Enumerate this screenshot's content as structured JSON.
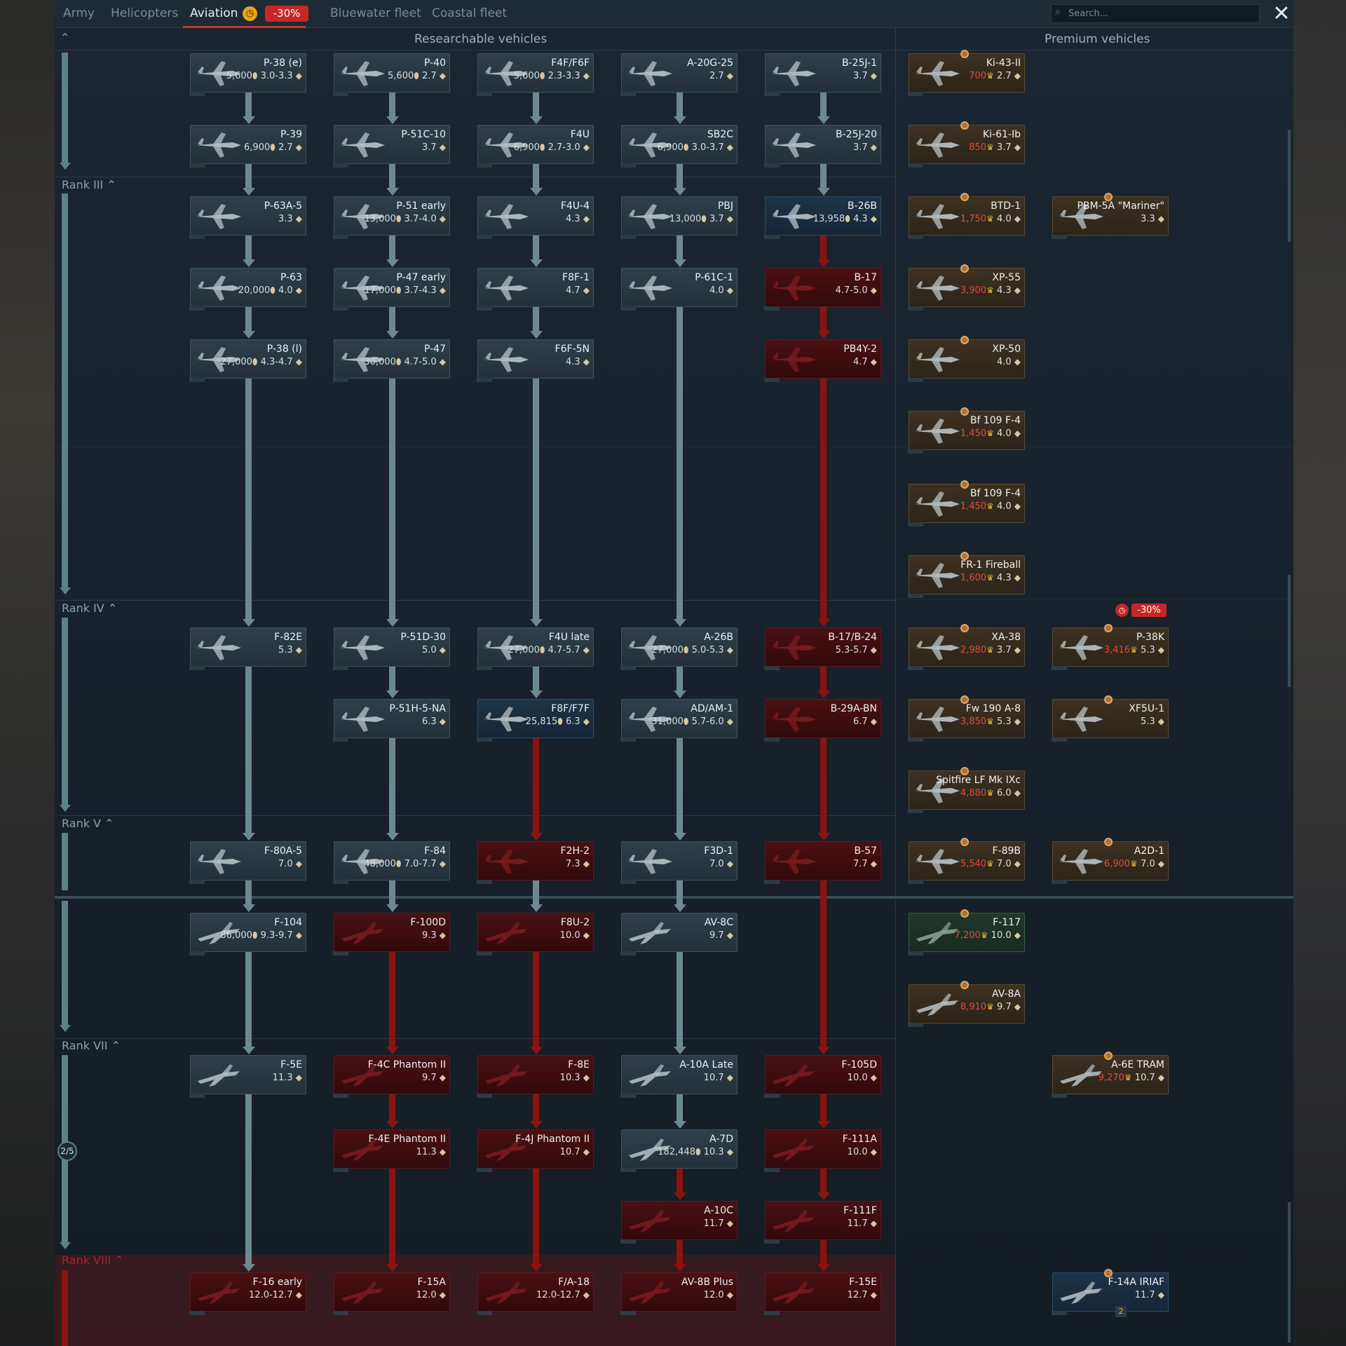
{
  "tabs": [
    {
      "label": "Army"
    },
    {
      "label": "Helicopters"
    },
    {
      "label": "Aviation"
    },
    {
      "label": "Bluewater fleet"
    },
    {
      "label": "Coastal fleet"
    }
  ],
  "aviation_discount": "-30%",
  "search": {
    "placeholder": "Search..."
  },
  "headers": {
    "researchable": "Researchable vehicles",
    "premium": "Premium vehicles"
  },
  "ranks": {
    "r3": "Rank III",
    "r4": "Rank IV",
    "r5": "Rank V",
    "r7": "Rank VII",
    "r8": "Rank VIII"
  },
  "progress_label": "2/5",
  "premium_discount": "-30%",
  "colors": {
    "locked": "#8c1212",
    "accent": "#c62828",
    "rail": "#5d8285"
  },
  "researchable": [
    {
      "name": "P-38 (e)",
      "rp": "5,600",
      "br": "3.0-3.3"
    },
    {
      "name": "P-40",
      "rp": "5,600",
      "br": "2.7"
    },
    {
      "name": "F4F/F6F",
      "rp": "5,600",
      "br": "2.3-3.3"
    },
    {
      "name": "A-20G-25",
      "rp": "",
      "br": "2.7"
    },
    {
      "name": "B-25J-1",
      "rp": "",
      "br": "3.7"
    },
    {
      "name": "P-39",
      "rp": "6,900",
      "br": "2.7"
    },
    {
      "name": "P-51C-10",
      "rp": "",
      "br": "3.7"
    },
    {
      "name": "F4U",
      "rp": "6,900",
      "br": "2.7-3.0"
    },
    {
      "name": "SB2C",
      "rp": "6,900",
      "br": "3.0-3.7"
    },
    {
      "name": "B-25J-20",
      "rp": "",
      "br": "3.7"
    },
    {
      "name": "P-63A-5",
      "rp": "",
      "br": "3.3"
    },
    {
      "name": "P-51 early",
      "rp": "13,000",
      "br": "3.7-4.0"
    },
    {
      "name": "F4U-4",
      "rp": "",
      "br": "4.3"
    },
    {
      "name": "PBJ",
      "rp": "13,000",
      "br": "3.7"
    },
    {
      "name": "B-26B",
      "rp": "13,958",
      "br": "4.3"
    },
    {
      "name": "P-63",
      "rp": "20,000",
      "br": "4.0"
    },
    {
      "name": "P-47 early",
      "rp": "17,000",
      "br": "3.7-4.3"
    },
    {
      "name": "F8F-1",
      "rp": "",
      "br": "4.7"
    },
    {
      "name": "P-61C-1",
      "rp": "",
      "br": "4.0"
    },
    {
      "name": "B-17",
      "rp": "",
      "br": "4.7-5.0"
    },
    {
      "name": "P-38 (l)",
      "rp": "27,000",
      "br": "4.3-4.7"
    },
    {
      "name": "P-47",
      "rp": "30,000",
      "br": "4.7-5.0"
    },
    {
      "name": "F6F-5N",
      "rp": "",
      "br": "4.3"
    },
    {
      "name": "PB4Y-2",
      "rp": "",
      "br": "4.7"
    },
    {
      "name": "F-82E",
      "rp": "",
      "br": "5.3"
    },
    {
      "name": "P-51D-30",
      "rp": "",
      "br": "5.0"
    },
    {
      "name": "F4U late",
      "rp": "27,000",
      "br": "4.7-5.7"
    },
    {
      "name": "A-26B",
      "rp": "27,000",
      "br": "5.0-5.3"
    },
    {
      "name": "B-17/B-24",
      "rp": "",
      "br": "5.3-5.7"
    },
    {
      "name": "P-51H-5-NA",
      "rp": "",
      "br": "6.3"
    },
    {
      "name": "F8F/F7F",
      "rp": "25,815",
      "br": "6.3"
    },
    {
      "name": "AD/AM-1",
      "rp": "31,000",
      "br": "5.7-6.0"
    },
    {
      "name": "B-29A-BN",
      "rp": "",
      "br": "6.7"
    },
    {
      "name": "F-80A-5",
      "rp": "",
      "br": "7.0"
    },
    {
      "name": "F-84",
      "rp": "48,000",
      "br": "7.0-7.7"
    },
    {
      "name": "F2H-2",
      "rp": "",
      "br": "7.3"
    },
    {
      "name": "F3D-1",
      "rp": "",
      "br": "7.0"
    },
    {
      "name": "B-57",
      "rp": "",
      "br": "7.7"
    },
    {
      "name": "F-104",
      "rp": "86,000",
      "br": "9.3-9.7"
    },
    {
      "name": "F-100D",
      "rp": "",
      "br": "9.3"
    },
    {
      "name": "F8U-2",
      "rp": "",
      "br": "10.0"
    },
    {
      "name": "AV-8C",
      "rp": "",
      "br": "9.7"
    },
    {
      "name": "F-5E",
      "rp": "",
      "br": "11.3"
    },
    {
      "name": "F-4C Phantom II",
      "rp": "",
      "br": "9.7"
    },
    {
      "name": "F-8E",
      "rp": "",
      "br": "10.3"
    },
    {
      "name": "A-10A Late",
      "rp": "",
      "br": "10.7"
    },
    {
      "name": "F-105D",
      "rp": "",
      "br": "10.0"
    },
    {
      "name": "F-4E Phantom II",
      "rp": "",
      "br": "11.3"
    },
    {
      "name": "F-4J Phantom II",
      "rp": "",
      "br": "10.7"
    },
    {
      "name": "A-7D",
      "rp": "182,448",
      "br": "10.3"
    },
    {
      "name": "F-111A",
      "rp": "",
      "br": "10.0"
    },
    {
      "name": "A-10C",
      "rp": "",
      "br": "11.7"
    },
    {
      "name": "F-111F",
      "rp": "",
      "br": "11.7"
    },
    {
      "name": "F-16 early",
      "rp": "",
      "br": "12.0-12.7"
    },
    {
      "name": "F-15A",
      "rp": "",
      "br": "12.0"
    },
    {
      "name": "F/A-18",
      "rp": "",
      "br": "12.0-12.7"
    },
    {
      "name": "AV-8B Plus",
      "rp": "",
      "br": "12.0"
    },
    {
      "name": "F-15E",
      "rp": "",
      "br": "12.7"
    }
  ],
  "premium": [
    {
      "name": "Ki-43-II",
      "cost": "700",
      "br": "2.7"
    },
    {
      "name": "Ki-61-Ib",
      "cost": "850",
      "br": "3.7"
    },
    {
      "name": "BTD-1",
      "cost": "1,750",
      "br": "4.0"
    },
    {
      "name": "PBM-5A \"Mariner\"",
      "cost": "",
      "br": "3.3"
    },
    {
      "name": "XP-55",
      "cost": "3,900",
      "br": "4.3"
    },
    {
      "name": "XP-50",
      "cost": "",
      "br": "4.0"
    },
    {
      "name": "Bf 109 F-4",
      "cost": "1,450",
      "br": "4.0"
    },
    {
      "name": "Bf 109 F-4",
      "cost": "1,450",
      "br": "4.0"
    },
    {
      "name": "FR-1 Fireball",
      "cost": "1,600",
      "br": "4.3"
    },
    {
      "name": "XA-38",
      "cost": "2,980",
      "br": "3.7"
    },
    {
      "name": "P-38K",
      "cost": "3,416",
      "br": "5.3"
    },
    {
      "name": "Fw 190 A-8",
      "cost": "3,850",
      "br": "5.3"
    },
    {
      "name": "XF5U-1",
      "cost": "",
      "br": "5.3"
    },
    {
      "name": "Spitfire LF Mk IXc",
      "cost": "4,880",
      "br": "6.0"
    },
    {
      "name": "F-89B",
      "cost": "5,540",
      "br": "7.0"
    },
    {
      "name": "A2D-1",
      "cost": "6,900",
      "br": "7.0"
    },
    {
      "name": "F-117",
      "cost": "7,200",
      "br": "10.0"
    },
    {
      "name": "AV-8A",
      "cost": "8,910",
      "br": "9.7"
    },
    {
      "name": "A-6E TRAM",
      "cost": "9,270",
      "br": "10.7"
    },
    {
      "name": "F-14A IRIAF",
      "cost": "",
      "br": "11.7"
    }
  ]
}
